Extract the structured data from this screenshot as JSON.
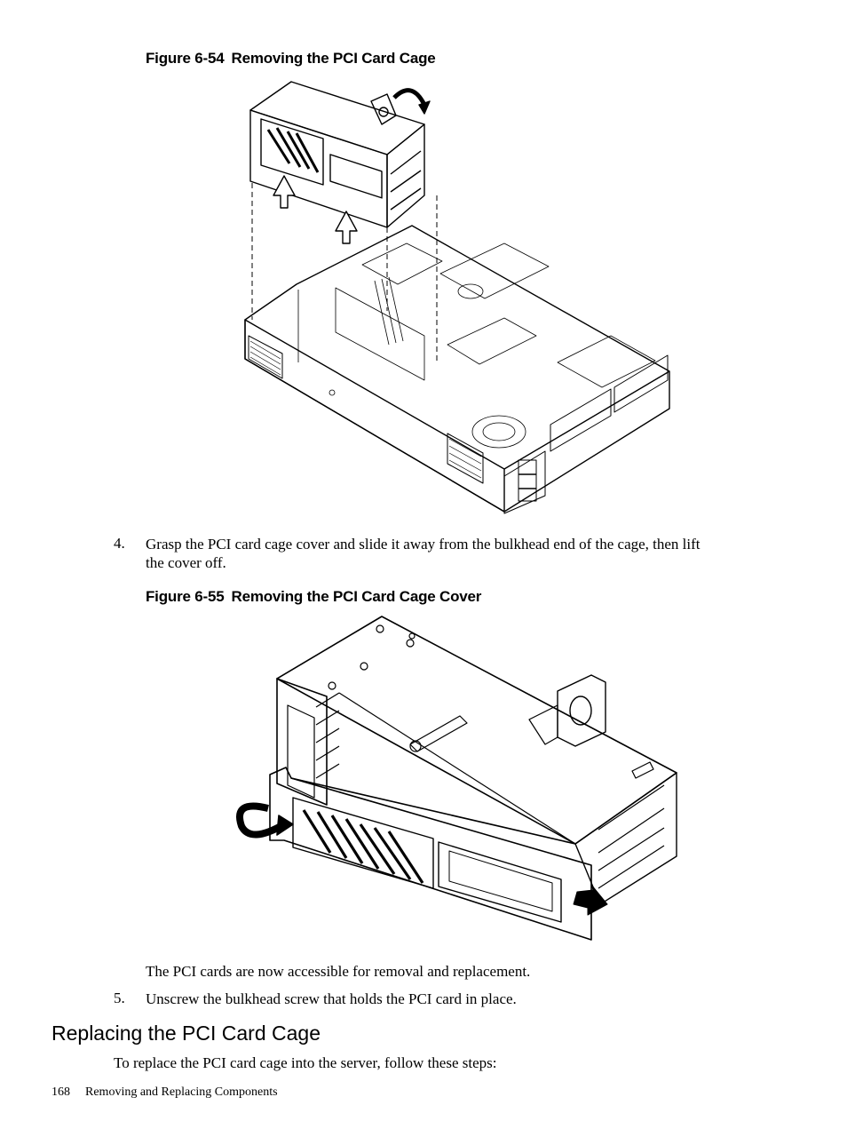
{
  "figure1": {
    "label": "Figure 6-54",
    "title": "Removing the PCI Card Cage"
  },
  "steps": {
    "step4": {
      "number": "4.",
      "text_line1": "Grasp the PCI card cage cover and slide it away from the bulkhead end of the cage, then lift",
      "text_line2": "the cover off."
    },
    "note": "The PCI cards are now accessible for removal and replacement.",
    "step5": {
      "number": "5.",
      "text": "Unscrew the bulkhead screw that holds the PCI card in place."
    }
  },
  "figure2": {
    "label": "Figure 6-55",
    "title": "Removing the PCI Card Cage Cover"
  },
  "section": {
    "heading": "Replacing the PCI Card Cage",
    "intro": "To replace the PCI card cage into the server, follow these steps:"
  },
  "footer": {
    "page_number": "168",
    "chapter": "Removing and Replacing Components"
  }
}
